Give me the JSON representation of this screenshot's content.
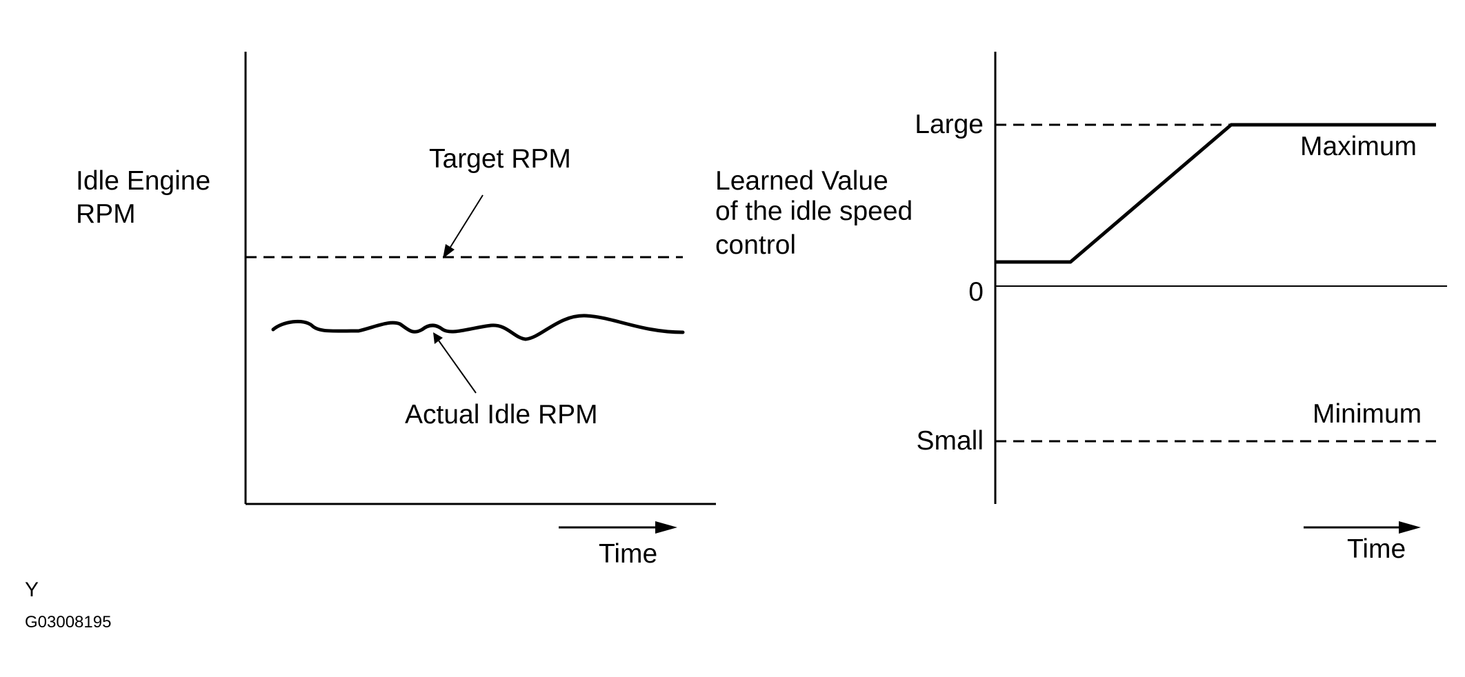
{
  "left_chart": {
    "y_axis_label_line1": "Idle Engine",
    "y_axis_label_line2": "RPM",
    "target_label": "Target RPM",
    "actual_label": "Actual Idle RPM",
    "time_label": "Time"
  },
  "right_chart": {
    "y_axis_label_line1": "Learned Value",
    "y_axis_label_line2": "of the idle speed",
    "y_axis_label_line3": "control",
    "large_label": "Large",
    "zero_label": "0",
    "small_label": "Small",
    "maximum_label": "Maximum",
    "minimum_label": "Minimum",
    "time_label": "Time"
  },
  "footer": {
    "letter": "Y",
    "figure_code": "G03008195"
  }
}
